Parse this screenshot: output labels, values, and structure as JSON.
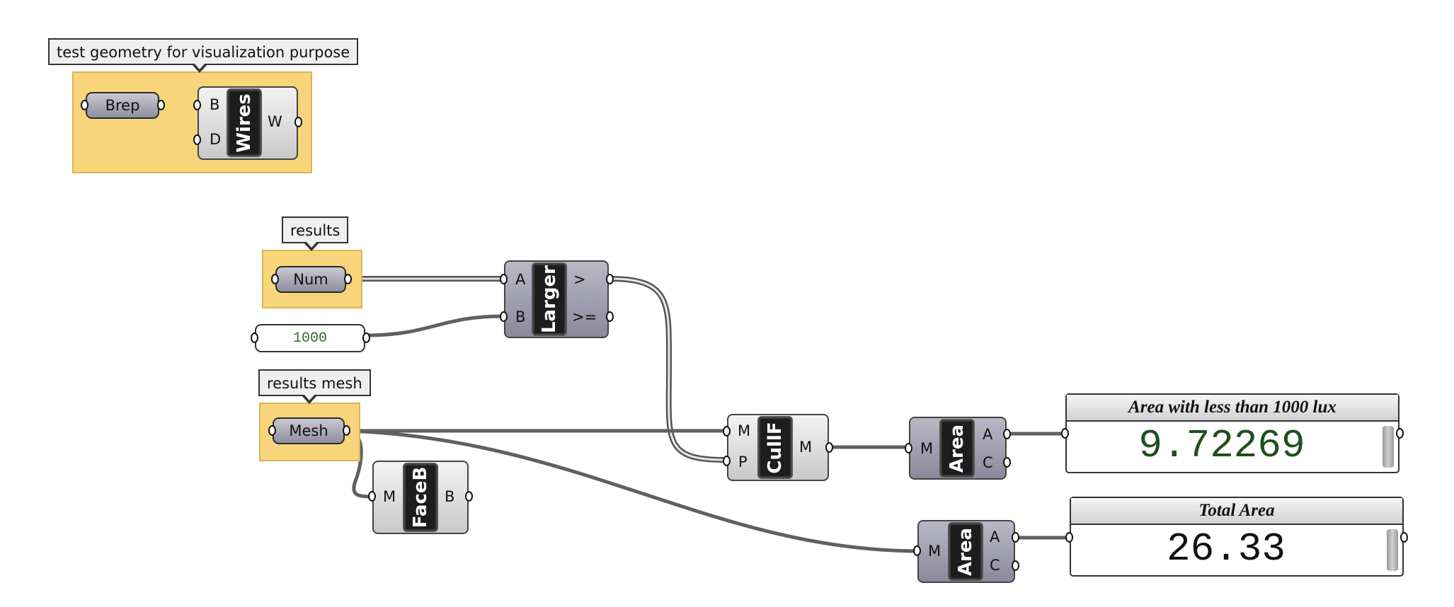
{
  "groups": [
    {
      "balloon": "test geometry for visualization purpose"
    },
    {
      "balloon": "results"
    },
    {
      "balloon": "results mesh"
    }
  ],
  "params": {
    "brep": "Brep",
    "num": "Num",
    "mesh": "Mesh",
    "number_value": "1000"
  },
  "components": {
    "wires": {
      "name": "Wires",
      "inputs": [
        "B",
        "D"
      ],
      "outputs": [
        "W"
      ]
    },
    "larger": {
      "name": "Larger",
      "inputs": [
        "A",
        "B"
      ],
      "outputs": [
        ">",
        ">="
      ]
    },
    "cullf": {
      "name": "CullF",
      "inputs": [
        "M",
        "P"
      ],
      "outputs": [
        "M"
      ]
    },
    "faceb": {
      "name": "FaceB",
      "inputs": [
        "M"
      ],
      "outputs": [
        "B"
      ]
    },
    "area1": {
      "name": "Area",
      "inputs": [
        "M"
      ],
      "outputs": [
        "A",
        "C"
      ]
    },
    "area2": {
      "name": "Area",
      "inputs": [
        "M"
      ],
      "outputs": [
        "A",
        "C"
      ]
    }
  },
  "panels": [
    {
      "title": "Area with less than 1000 lux",
      "value": "9.72269",
      "value_color": "#1f4f1f"
    },
    {
      "title": "Total Area",
      "value": "26.33",
      "value_color": "#111111"
    }
  ],
  "colors": {
    "group_fill": "#f8d57a",
    "wire": "#606060"
  }
}
